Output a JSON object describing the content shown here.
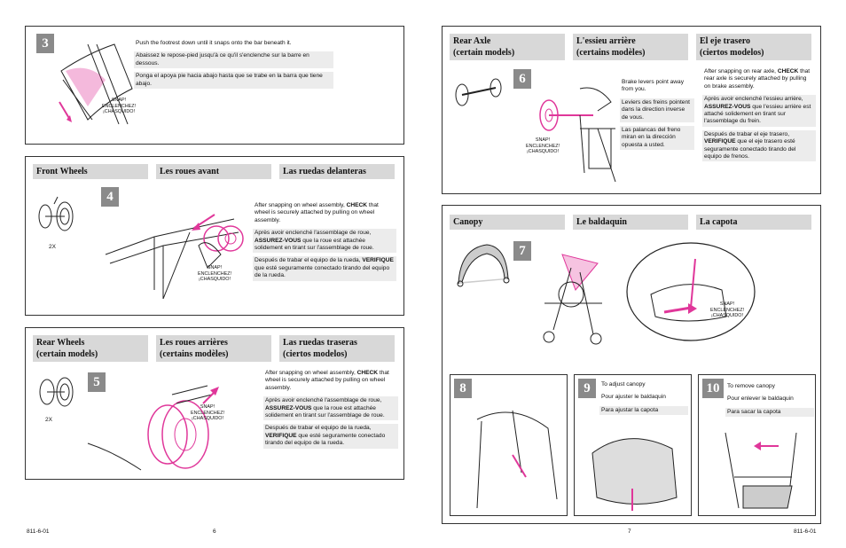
{
  "steps": {
    "s3": {
      "number": "3",
      "text_en": "Push the footrest down until it snaps onto the bar beneath it.",
      "text_fr": "Abaissez le repose-pied jusqu'à ce qu'il s'enclenche sur la barre en dessous.",
      "text_es": "Ponga el apoya pie hacia abajo hasta que se trabe en la barra que tiene abajo.",
      "snap": [
        "SNAP!",
        "ENCLENCHEZ!",
        "¡CHASQUIDO!"
      ]
    },
    "s4": {
      "number": "4",
      "headers": [
        "Front Wheels",
        "Les roues avant",
        "Las ruedas delanteras"
      ],
      "qty": "2X",
      "en_pre": "After snapping on wheel assembly, ",
      "en_bold": "CHECK",
      "en_post": " that wheel is securely attached by pulling on wheel assembly.",
      "fr_pre": "Après avoir enclenché l'assemblage de roue, ",
      "fr_bold": "ASSUREZ-VOUS",
      "fr_post": " que la roue est attachée solidement en tirant sur l'assemblage de roue.",
      "es_pre": "Después de trabar el equipo de la rueda, ",
      "es_bold": "VERIFIQUE",
      "es_post": " que esté seguramente conectado tirando del equipo de la rueda.",
      "snap": [
        "SNAP!",
        "ENCLENCHEZ!",
        "¡CHASQUIDO!"
      ]
    },
    "s5": {
      "number": "5",
      "headers": [
        "Rear Wheels",
        "(certain models)",
        "Les roues arrières",
        "(certains modèles)",
        "Las ruedas traseras",
        "(ciertos modelos)"
      ],
      "qty": "2X",
      "en_pre": "After snapping on wheel assembly, ",
      "en_bold": "CHECK",
      "en_post": " that wheel is securely attached by pulling on wheel assembly.",
      "fr_pre": "Après avoir enclenché l'assemblage de roue, ",
      "fr_bold": "ASSUREZ-VOUS",
      "fr_post": " que la roue est attachée solidement en tirant sur l'assemblage de roue.",
      "es_pre": "Después de trabar el equipo de la rueda, ",
      "es_bold": "VERIFIQUE",
      "es_post": " que esté seguramente conectado tirando del equipo de la rueda.",
      "snap": [
        "SNAP!",
        "ENCLENCHEZ!",
        "¡CHASQUIDO!"
      ]
    },
    "s6": {
      "number": "6",
      "headers": [
        "Rear Axle",
        "(certain models)",
        "L'essieu arrière",
        "(certains modèles)",
        "El eje trasero",
        "(ciertos modelos)"
      ],
      "brake_en": "Brake levers point away from you.",
      "brake_fr": "Leviers des freins pointent dans la direction inverse de vous.",
      "brake_es": "Las palancas del freno miran en la dirección opuesta a usted.",
      "en_pre": "After snapping on rear axle, ",
      "en_bold": "CHECK",
      "en_post": " that rear axle is securely attached by pulling on brake assembly.",
      "fr_pre": "Après avoir enclenché l'essieu arrière, ",
      "fr_bold": "ASSUREZ-VOUS",
      "fr_post": " que l'essieu arrière est attaché solidement en tirant sur l'assemblage du frein.",
      "es_pre": "Después de trabar el eje trasero, ",
      "es_bold": "VERIFIQUE",
      "es_post": " que el eje trasero esté seguramente conectado tirando del equipo de frenos.",
      "snap": [
        "SNAP!",
        "ENCLENCHEZ!",
        "¡CHASQUIDO!"
      ]
    },
    "s7": {
      "number": "7",
      "headers": [
        "Canopy",
        "Le baldaquin",
        "La capota"
      ],
      "snap": [
        "SNAP!",
        "ENCLENCHEZ!",
        "¡CHASQUIDO!"
      ]
    },
    "s8": {
      "number": "8"
    },
    "s9": {
      "number": "9",
      "text_en": "To adjust canopy",
      "text_fr": "Pour ajuster le baldaquin",
      "text_es": "Para ajustar la capota"
    },
    "s10": {
      "number": "10",
      "text_en": "To remove canopy",
      "text_fr": "Pour enlever le baldaquin",
      "text_es": "Para sacar la capota"
    }
  },
  "footer": {
    "code_left": "811-6-01",
    "page_left": "6",
    "page_right": "7",
    "code_right": "811-6-01"
  },
  "colors": {
    "accent": "#e0379a",
    "header_bg": "#d8d8d8",
    "step_bg": "#8a8a8a"
  }
}
